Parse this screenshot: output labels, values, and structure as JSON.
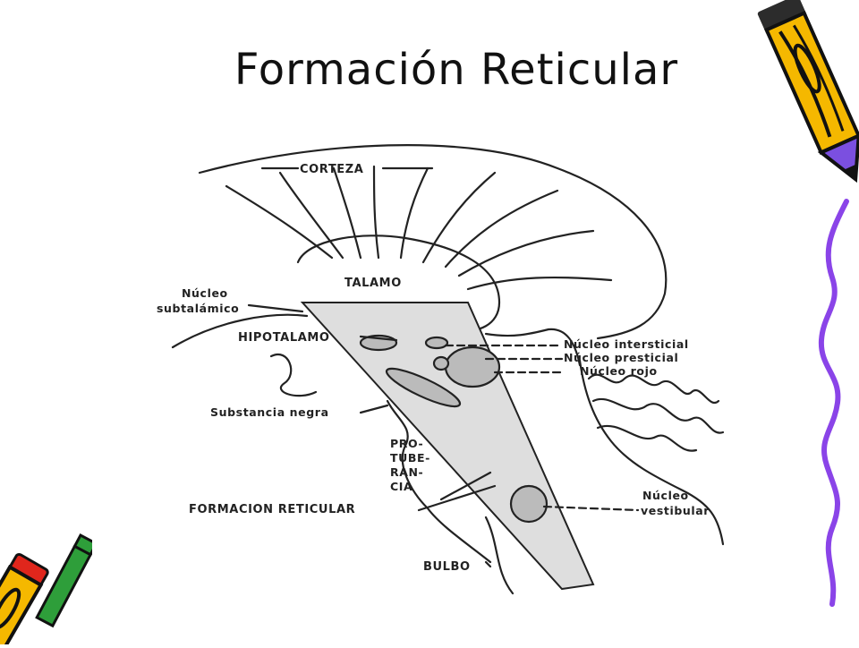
{
  "slide": {
    "title": "Formación Reticular"
  },
  "diagram": {
    "labels": {
      "corteza": "CORTEZA",
      "talamo": "TALAMO",
      "nucleo_subtalamico_1": "Núcleo",
      "nucleo_subtalamico_2": "subtalámico",
      "hipotalamo": "HIPOTALAMO",
      "substancia_negra": "Substancia negra",
      "protuberancia_1": "PRO-",
      "protuberancia_2": "TUBE-",
      "protuberancia_3": "RAN-",
      "protuberancia_4": "CIA",
      "formacion_reticular": "FORMACION RETICULAR",
      "bulbo": "BULBO",
      "nucleo_intersticial": "Núcleo intersticial",
      "nucleo_presticial": "Núcleo presticial",
      "nucleo_rojo": "Núcleo rojo",
      "nucleo_vestibular_1": "Núcleo",
      "nucleo_vestibular_2": "vestibular"
    }
  },
  "colors": {
    "pencil_body": "#f5b800",
    "pencil_purple": "#7b4fe0",
    "pencil_green": "#2e9e3a",
    "pencil_red": "#e0261c",
    "squiggle": "#8a44e8",
    "reticular_fill": "#dedede",
    "ink": "#222222"
  },
  "icons": [
    "pencil-icon",
    "pencil-icon",
    "squiggle-decoration"
  ]
}
